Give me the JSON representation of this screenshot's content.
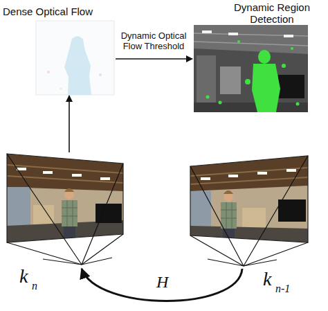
{
  "diagram": {
    "nodes": [
      {
        "text": [
          "Dense Optical Flow"
        ]
      },
      {
        "text": [
          "Dynamic Region Detection"
        ]
      },
      {
        "text": [
          "k",
          "n"
        ]
      },
      {
        "text": [
          "k",
          "n-1"
        ]
      }
    ],
    "edges": [
      {
        "from": 2,
        "to": 0,
        "arrow": "to"
      },
      {
        "from": 0,
        "to": 1,
        "label": "Dynamic Optical Flow Threshold",
        "arrow": "to"
      },
      {
        "from": 3,
        "to": 2,
        "label": "H",
        "arrow": "to"
      }
    ]
  }
}
